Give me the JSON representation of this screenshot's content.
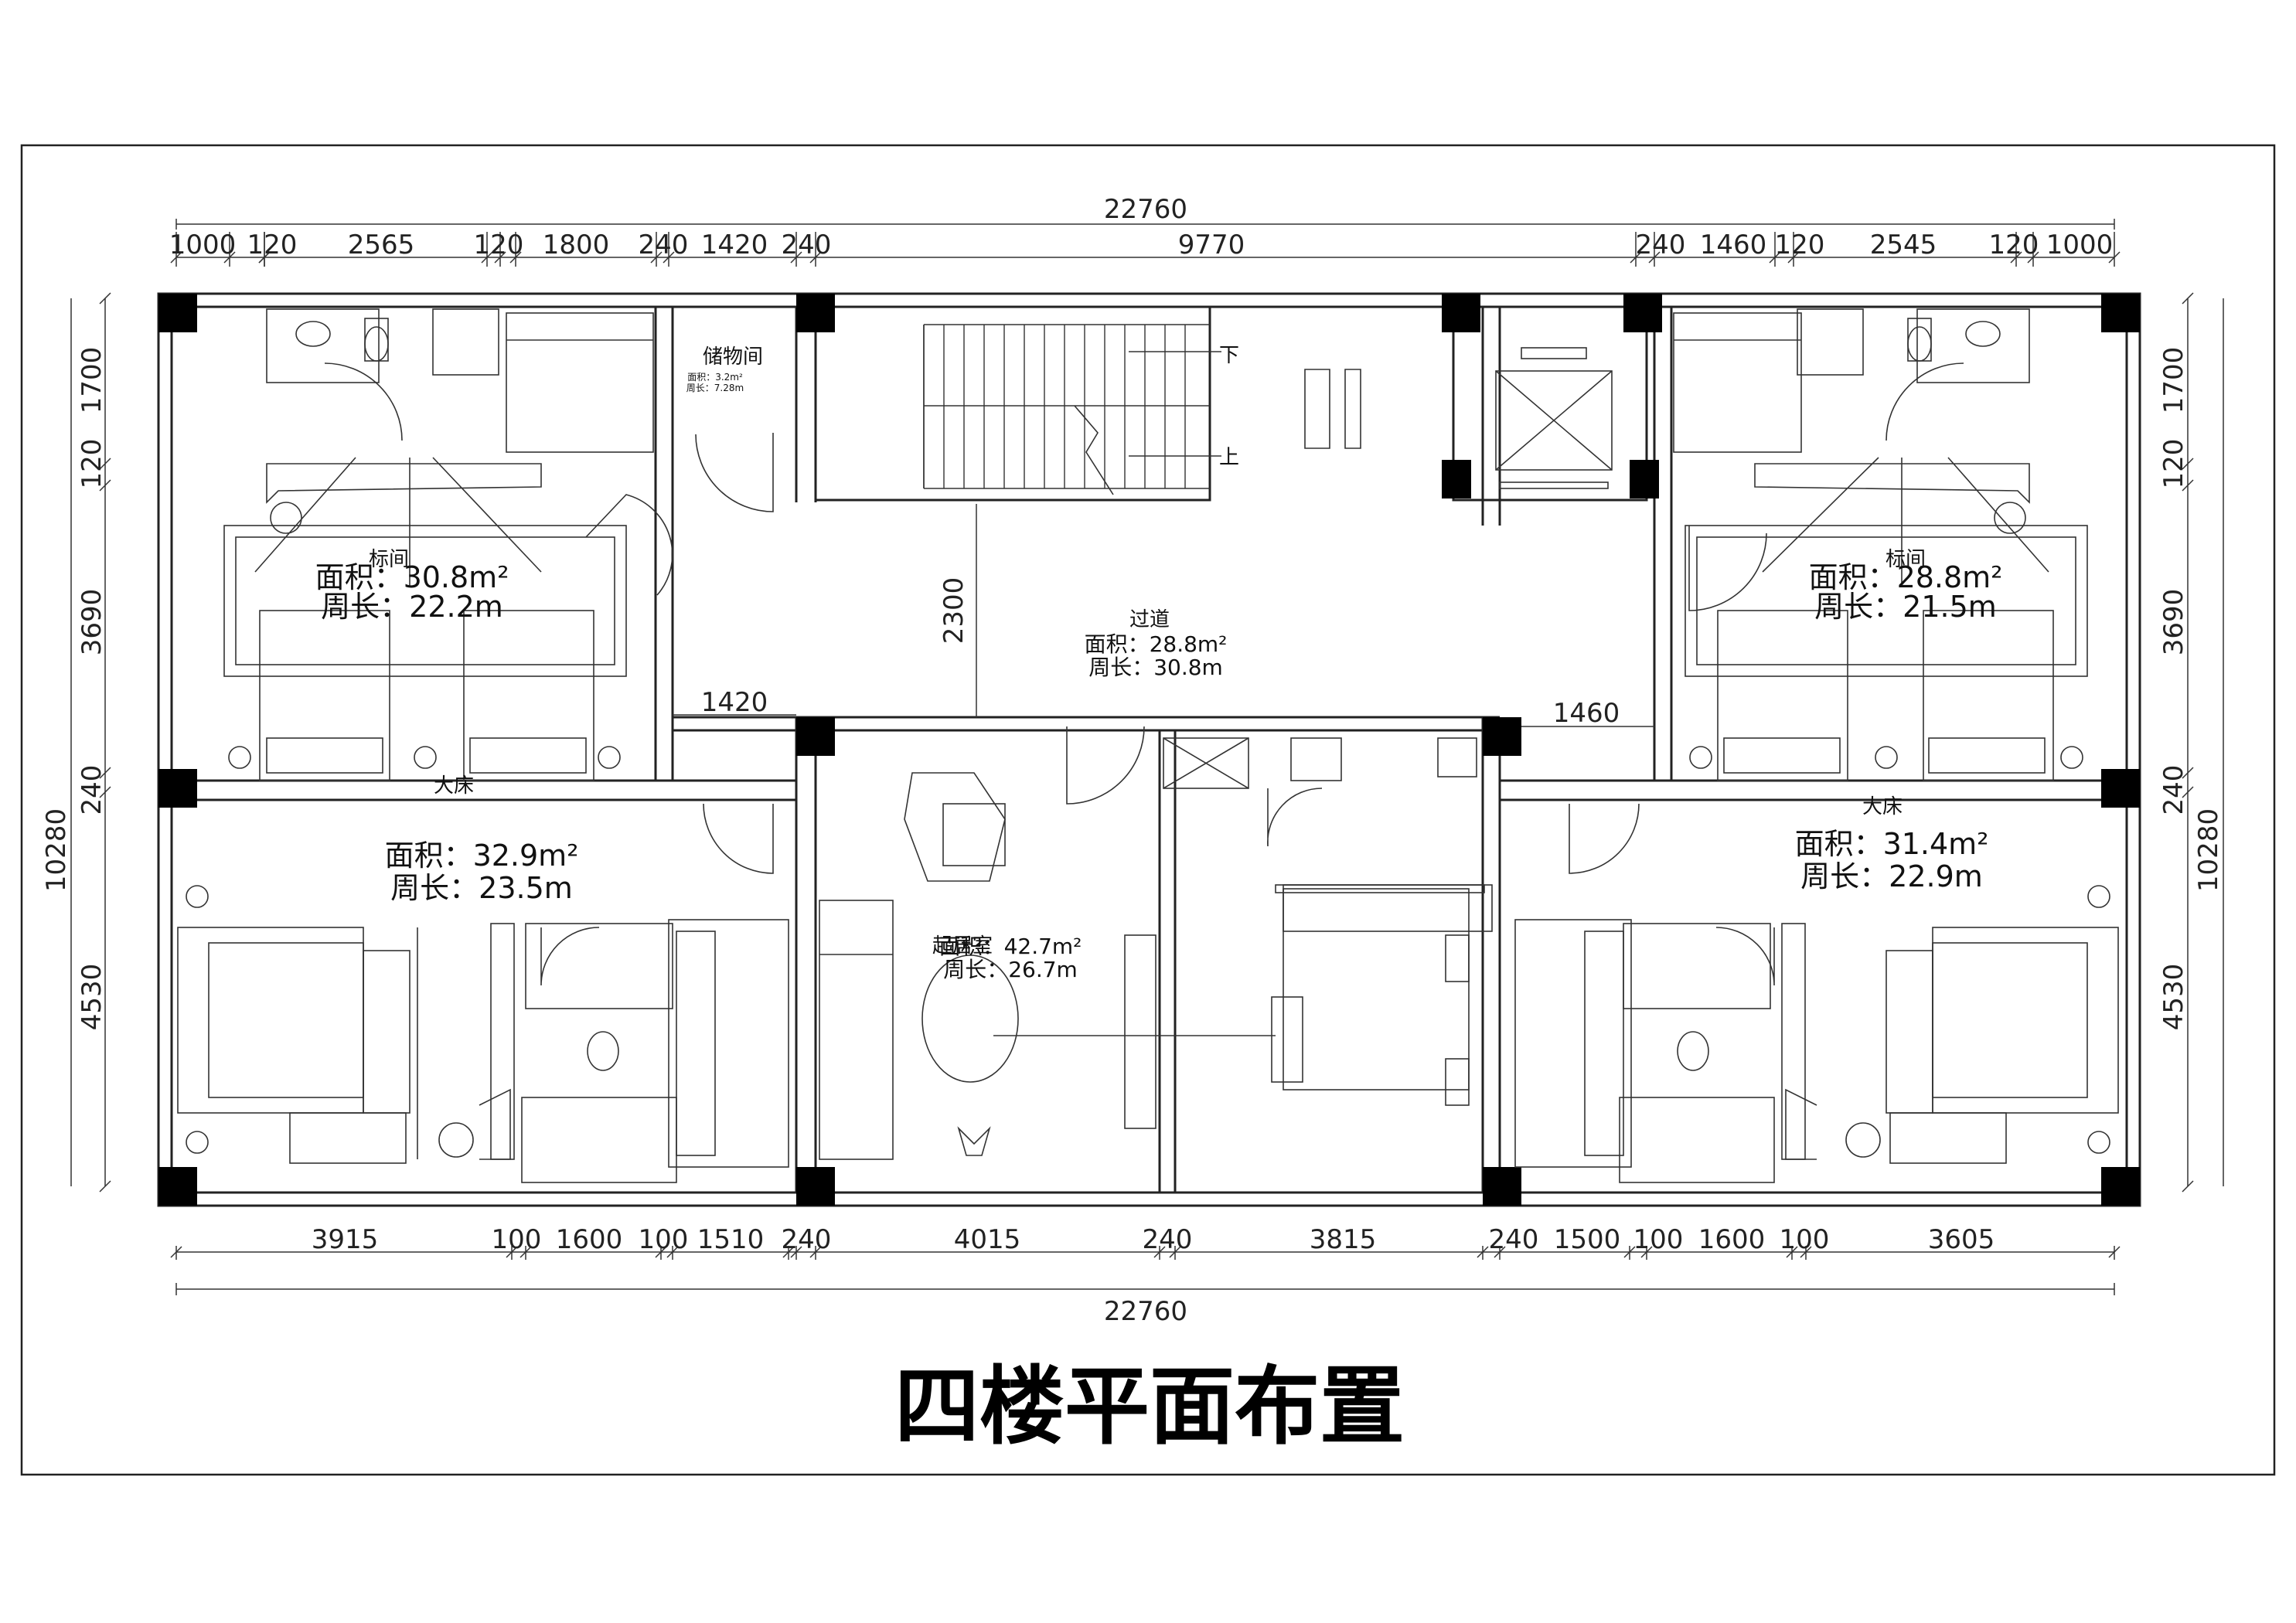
{
  "drawing_title": "四楼平面布置",
  "dimensions": {
    "overall_width": "22760",
    "overall_height": "10280",
    "top_segments": [
      "1000",
      "120",
      "2565",
      "120",
      "1800",
      "240",
      "1420",
      "240",
      "9770",
      "240",
      "1460",
      "120",
      "2545",
      "120",
      "1000"
    ],
    "bottom_segments": [
      "3915",
      "100",
      "1600",
      "100",
      "1510",
      "240",
      "4015",
      "240",
      "3815",
      "240",
      "1500",
      "100",
      "1600",
      "100",
      "3605"
    ],
    "left_segments": [
      "1700",
      "120",
      "3690",
      "240",
      "4530"
    ],
    "right_segments": [
      "1700",
      "120",
      "3690",
      "240",
      "4530"
    ],
    "internal": {
      "corridor_height": "2300",
      "left_opening": "1420",
      "right_opening": "1460"
    }
  },
  "rooms": [
    {
      "name": "标间",
      "area": "面积：30.8m²",
      "perimeter": "周长：22.2m"
    },
    {
      "name": "储物间",
      "area": "面积：3.2m²",
      "perimeter": "周长：7.28m"
    },
    {
      "name": "过道",
      "area": "面积：28.8m²",
      "perimeter": "周长：30.8m"
    },
    {
      "name": "标间",
      "area": "面积：28.8m²",
      "perimeter": "周长：21.5m"
    },
    {
      "name": "大床",
      "area": "面积：32.9m²",
      "perimeter": "周长：23.5m"
    },
    {
      "name": "起居室",
      "area": "面积：42.7m²",
      "perimeter": "周长：26.7m"
    },
    {
      "name": "大床",
      "area": "面积：31.4m²",
      "perimeter": "周长：22.9m"
    }
  ],
  "stair_labels": {
    "down": "下",
    "up": "上"
  }
}
